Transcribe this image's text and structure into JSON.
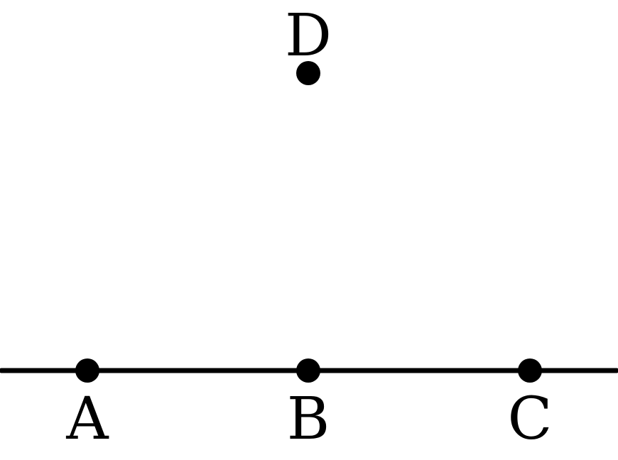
{
  "diagram": {
    "line_color": "#000000",
    "points": [
      {
        "id": "A",
        "label": "A"
      },
      {
        "id": "B",
        "label": "B"
      },
      {
        "id": "C",
        "label": "C"
      },
      {
        "id": "D",
        "label": "D"
      }
    ]
  }
}
